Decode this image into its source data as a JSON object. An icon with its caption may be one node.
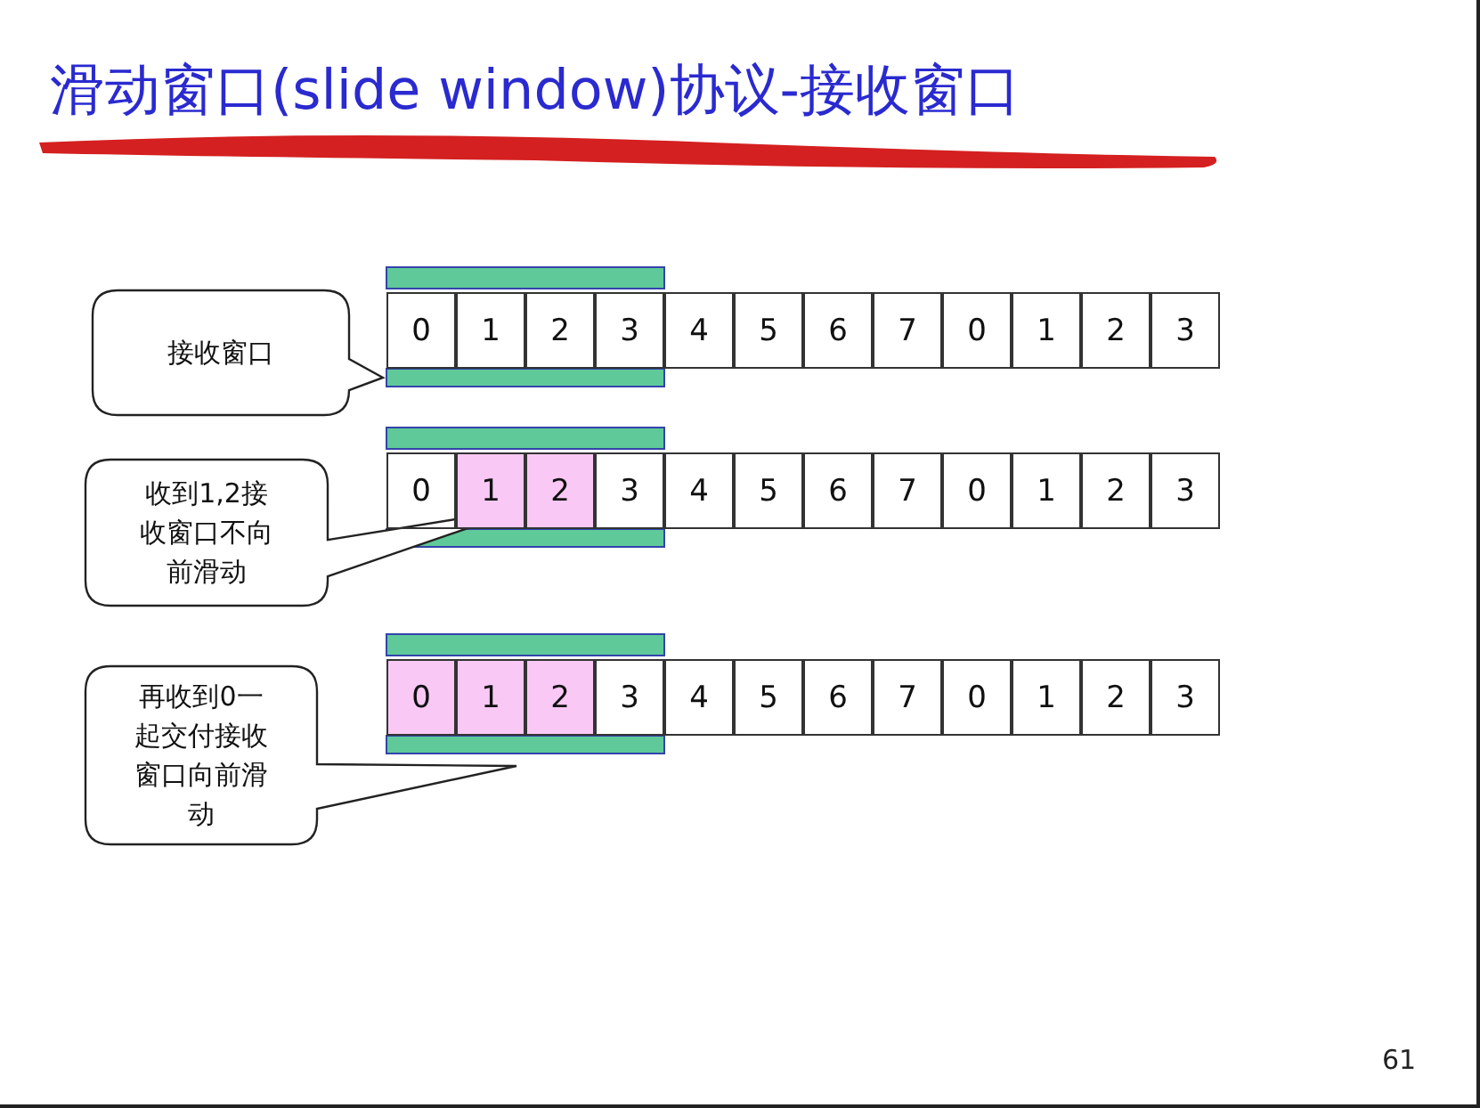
{
  "diagram": {
    "title": "滑动窗口(slide window)协议-接收窗口",
    "nodes": [
      {
        "text": [],
        "shape": "bar"
      },
      {
        "text": [
          "接收窗口"
        ]
      },
      {
        "text": [
          "0"
        ]
      },
      {
        "text": [
          "1"
        ]
      },
      {
        "text": [
          "2"
        ]
      },
      {
        "text": [
          "3"
        ]
      },
      {
        "text": [
          "4"
        ]
      },
      {
        "text": [
          "5"
        ]
      },
      {
        "text": [
          "6"
        ]
      },
      {
        "text": [
          "7"
        ]
      },
      {
        "text": [
          "0"
        ]
      },
      {
        "text": [
          "1"
        ]
      },
      {
        "text": [
          "2"
        ]
      },
      {
        "text": [
          "3"
        ]
      },
      {
        "text": [
          "收到1,2接收窗口不向前滑动"
        ]
      },
      {
        "text": [
          "0"
        ]
      },
      {
        "text": [
          "1"
        ]
      },
      {
        "text": [
          "2"
        ]
      },
      {
        "text": [
          "3"
        ]
      },
      {
        "text": [
          "4"
        ]
      },
      {
        "text": [
          "5"
        ]
      },
      {
        "text": [
          "6"
        ]
      },
      {
        "text": [
          "7"
        ]
      },
      {
        "text": [
          "0"
        ]
      },
      {
        "text": [
          "1"
        ]
      },
      {
        "text": [
          "2"
        ]
      },
      {
        "text": [
          "3"
        ]
      },
      {
        "text": [
          "再收到0一起交付接收窗口向前滑动"
        ]
      },
      {
        "text": [
          "0"
        ]
      },
      {
        "text": [
          "1"
        ]
      },
      {
        "text": [
          "2"
        ]
      },
      {
        "text": [
          "3"
        ]
      },
      {
        "text": [
          "4"
        ]
      },
      {
        "text": [
          "5"
        ]
      },
      {
        "text": [
          "6"
        ]
      },
      {
        "text": [
          "7"
        ]
      },
      {
        "text": [
          "0"
        ]
      },
      {
        "text": [
          "1"
        ]
      },
      {
        "text": [
          "2"
        ]
      },
      {
        "text": [
          "3"
        ]
      }
    ],
    "labels": [
      "61"
    ]
  }
}
